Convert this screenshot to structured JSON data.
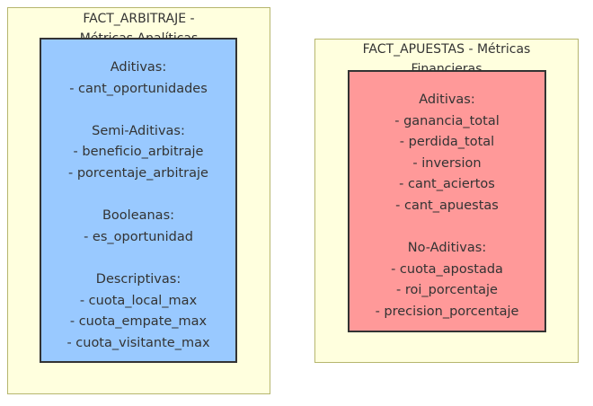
{
  "clusters": [
    {
      "title": "FACT_ARBITRAJE - Métricas Analíticas",
      "fill": "#ffffde",
      "node": {
        "fill": "#99c9ff",
        "groups": [
          {
            "heading": "Aditivas:",
            "items": [
              "- cant_oportunidades"
            ]
          },
          {
            "heading": "Semi-Aditivas:",
            "items": [
              "- beneficio_arbitraje",
              "- porcentaje_arbitraje"
            ]
          },
          {
            "heading": "Booleanas:",
            "items": [
              "- es_oportunidad"
            ]
          },
          {
            "heading": "Descriptivas:",
            "items": [
              "- cuota_local_max",
              "- cuota_empate_max",
              "- cuota_visitante_max"
            ]
          }
        ]
      }
    },
    {
      "title": "FACT_APUESTAS - Métricas Financieras",
      "fill": "#ffffde",
      "node": {
        "fill": "#ff9999",
        "groups": [
          {
            "heading": "Aditivas:",
            "items": [
              "- ganancia_total",
              "- perdida_total",
              "- inversion",
              "- cant_aciertos",
              "- cant_apuestas"
            ]
          },
          {
            "heading": "No-Aditivas:",
            "items": [
              "- cuota_apostada",
              "- roi_porcentaje",
              "- precision_porcentaje"
            ]
          }
        ]
      }
    }
  ]
}
